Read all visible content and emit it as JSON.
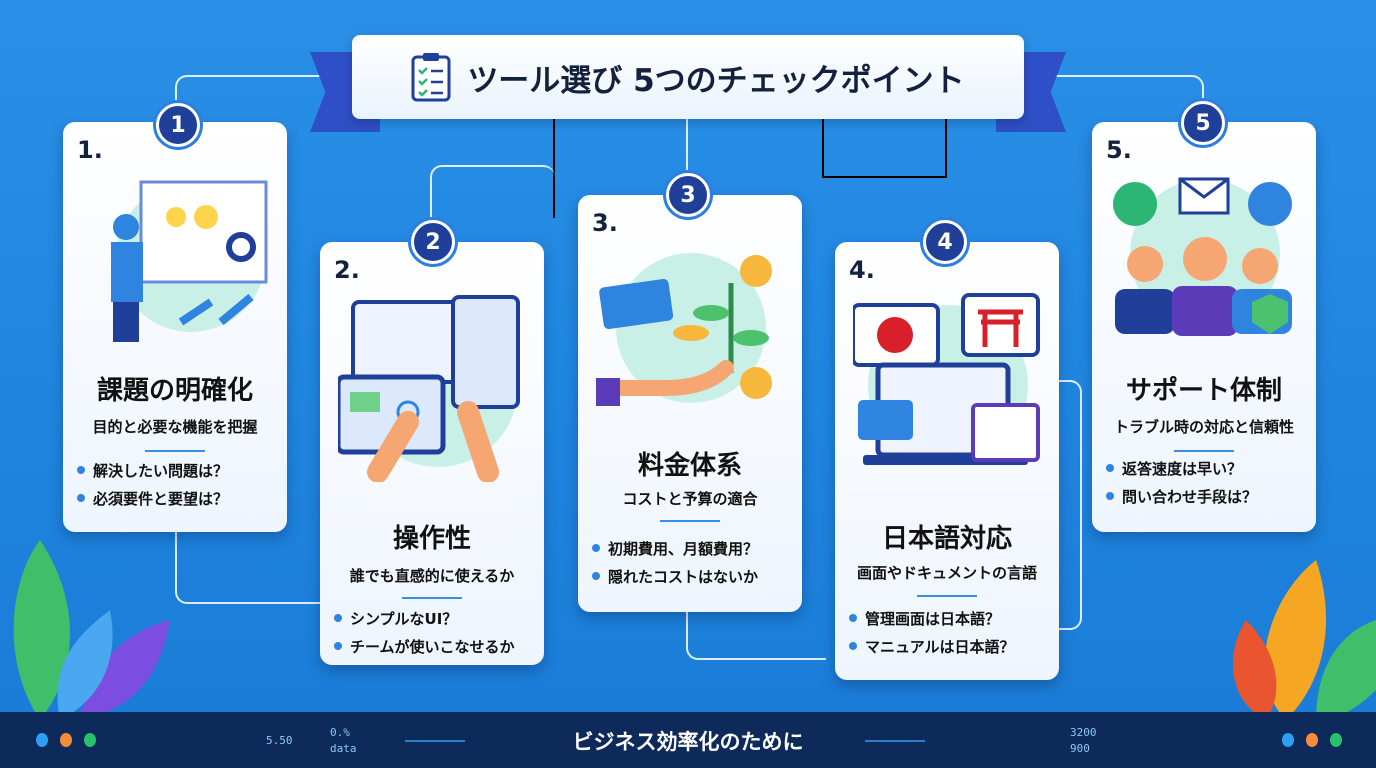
{
  "title": "ツール選び 5つのチェックポイント",
  "cards": [
    {
      "badge": "1",
      "num": "1.",
      "title": "課題の明確化",
      "subtitle": "目的と必要な機能を把握",
      "bullets": [
        "解決したい問題は？",
        "必須要件と要望は？"
      ]
    },
    {
      "badge": "2",
      "num": "2.",
      "title": "操作性",
      "subtitle": "誰でも直感的に使えるか",
      "bullets": [
        "シンプルなUI？",
        "チームが使いこなせるか"
      ]
    },
    {
      "badge": "3",
      "num": "3.",
      "title": "料金体系",
      "subtitle": "コストと予算の適合",
      "bullets": [
        "初期費用、月額費用？",
        "隠れたコストはないか"
      ]
    },
    {
      "badge": "4",
      "num": "4.",
      "title": "日本語対応",
      "subtitle": "画面やドキュメントの言語",
      "bullets": [
        "管理画面は日本語？",
        "マニュアルは日本語？"
      ]
    },
    {
      "badge": "5",
      "num": "5.",
      "title": "サポート体制",
      "subtitle": "トラブル時の対応と信頼性",
      "bullets": [
        "返答速度は早い？",
        "問い合わせ手段は？"
      ]
    }
  ],
  "footer": {
    "text": "ビジネス効率化のために",
    "left_stats": [
      "5.50",
      "0.%",
      "data"
    ],
    "right_stats": [
      "3200",
      "900"
    ]
  },
  "colors": {
    "background": "#1f86e0",
    "badge": "#1f3f98",
    "footer": "#0e2a5a",
    "accent": "#2f84e0"
  }
}
